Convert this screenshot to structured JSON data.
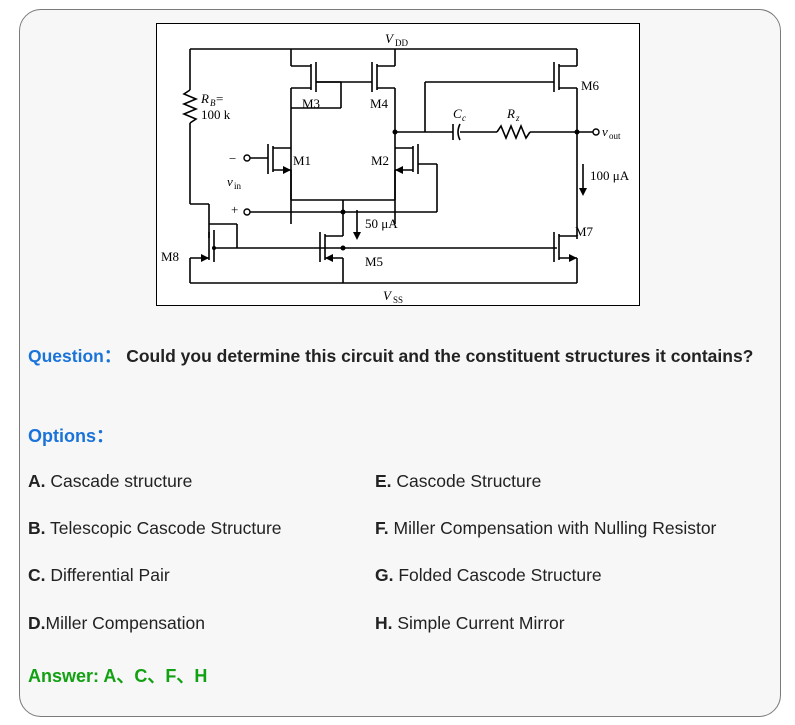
{
  "circuit": {
    "vdd": "V",
    "vdd_sub": "DD",
    "vss": "V",
    "vss_sub": "SS",
    "rb_name": "R",
    "rb_sub": "B",
    "rb_eq": " =",
    "rb_value": "100 k",
    "m1": "M1",
    "m2": "M2",
    "m3": "M3",
    "m4": "M4",
    "m5": "M5",
    "m6": "M6",
    "m7": "M7",
    "m8": "M8",
    "cc_name": "C",
    "cc_sub": "c",
    "rz_name": "R",
    "rz_sub": "z",
    "vout": "v",
    "vout_sub": "out",
    "vin": "v",
    "vin_sub": "in",
    "minus": "−",
    "plus": "+",
    "i_50": "50 μA",
    "i_100": "100 μA"
  },
  "question": {
    "label": "Question",
    "separator": "：",
    "text": "Could you determine this circuit and the constituent structures it contains?"
  },
  "options_title": "Options：",
  "options": [
    {
      "letter": "A.",
      "text": " Cascade structure"
    },
    {
      "letter": "B.",
      "text": " Telescopic Cascode Structure"
    },
    {
      "letter": "C.",
      "text": " Differential Pair"
    },
    {
      "letter": "D.",
      "text": "Miller Compensation"
    },
    {
      "letter": "E.",
      "text": " Cascode Structure"
    },
    {
      "letter": "F.",
      "text": " Miller Compensation with Nulling Resistor"
    },
    {
      "letter": "G.",
      "text": " Folded Cascode Structure"
    },
    {
      "letter": "H.",
      "text": " Simple Current Mirror"
    }
  ],
  "answer": "Answer:  A、C、F、H"
}
